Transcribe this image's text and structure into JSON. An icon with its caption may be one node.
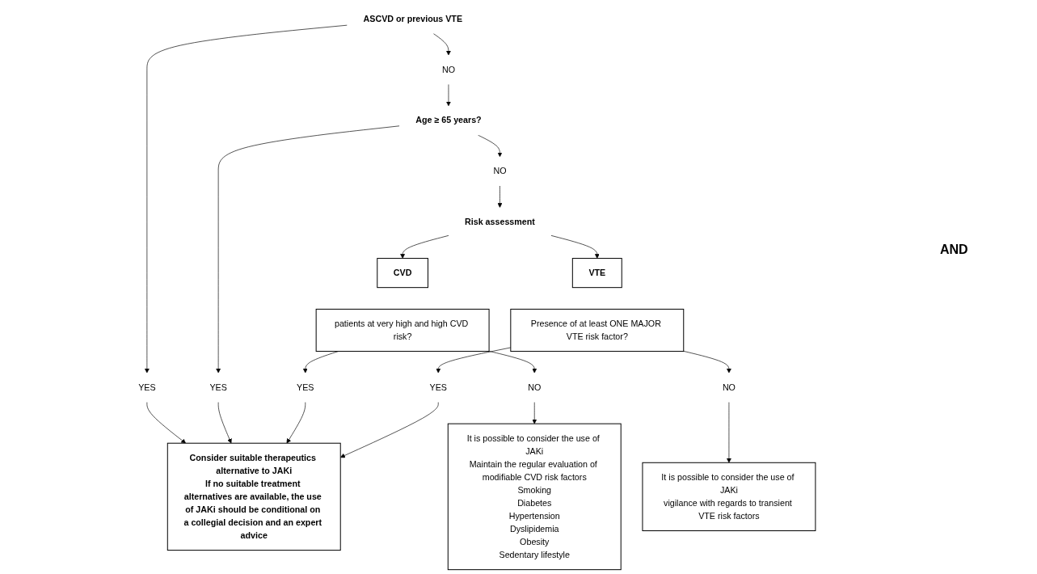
{
  "diagram": {
    "nodes": [
      {
        "text": [
          "ASCVD or previous VTE"
        ]
      },
      {
        "text": [
          "YES"
        ]
      },
      {
        "text": [
          "NO"
        ]
      },
      {
        "text": [
          "Age ≥ 65 years?"
        ]
      },
      {
        "text": [
          "Consider suitable therapeutics alternative to JAKi",
          "If no suitable treatment alternatives are available, the use of JAKi should be conditional on a collegial decision and an expert advice"
        ]
      },
      {
        "text": [
          "YES"
        ]
      },
      {
        "text": [
          "NO"
        ]
      },
      {
        "text": [
          "Risk assessment"
        ]
      },
      {
        "text": [
          "CVD"
        ]
      },
      {
        "text": [
          "patients at very high and high CVD risk?"
        ]
      },
      {
        "text": [
          "VTE"
        ]
      },
      {
        "text": [
          "Presence of at least ONE MAJOR VTE risk factor?"
        ]
      },
      {
        "text": [
          "YES"
        ]
      },
      {
        "text": [
          "NO"
        ]
      },
      {
        "text": [
          "It is possible to consider the use of JAKi",
          "Maintain the regular evaluation of modifiable CVD risk factors",
          "Smoking",
          "Diabetes",
          "Hypertension",
          "Dyslipidemia",
          "Obesity",
          "Sedentary lifestyle"
        ]
      },
      {
        "text": [
          "YES"
        ]
      },
      {
        "text": [
          "NO"
        ]
      },
      {
        "text": [
          "It is possible to consider the use of JAKi",
          "vigilance with regards to transient VTE risk factors"
        ]
      }
    ],
    "edges": [
      {
        "from": 0,
        "to": 1,
        "arrow": "to"
      },
      {
        "from": 0,
        "to": 2,
        "arrow": "to"
      },
      {
        "from": 1,
        "to": 4,
        "arrow": "to"
      },
      {
        "from": 2,
        "to": 3,
        "arrow": "to"
      },
      {
        "from": 3,
        "to": 5,
        "arrow": "to"
      },
      {
        "from": 3,
        "to": 6,
        "arrow": "to"
      },
      {
        "from": 5,
        "to": 4,
        "arrow": "to"
      },
      {
        "from": 6,
        "to": 7,
        "arrow": "to"
      },
      {
        "from": 7,
        "to": 8,
        "arrow": "to"
      },
      {
        "from": 7,
        "to": 10,
        "arrow": "to"
      },
      {
        "from": 9,
        "to": 12,
        "arrow": "to"
      },
      {
        "from": 9,
        "to": 13,
        "arrow": "to"
      },
      {
        "from": 12,
        "to": 4,
        "arrow": "to"
      },
      {
        "from": 13,
        "to": 14,
        "arrow": "to"
      },
      {
        "from": 11,
        "to": 15,
        "arrow": "to"
      },
      {
        "from": 11,
        "to": 16,
        "arrow": "to"
      },
      {
        "from": 16,
        "to": 17,
        "arrow": "to"
      },
      {
        "from": 15,
        "to": 4,
        "arrow": "to"
      }
    ],
    "labels": [
      "AND"
    ]
  }
}
